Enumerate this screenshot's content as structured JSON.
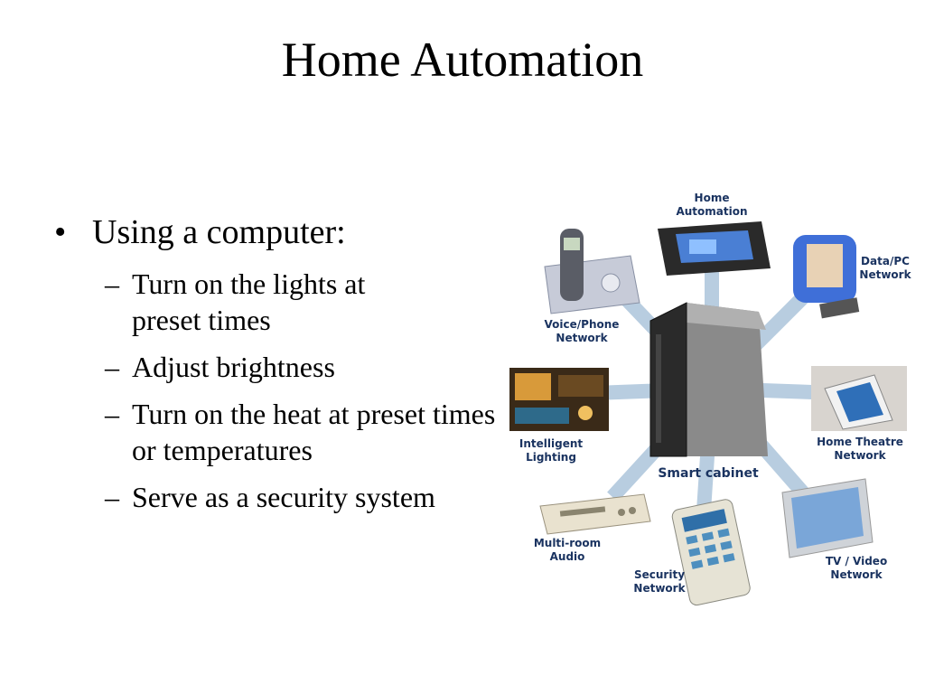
{
  "slide": {
    "title": "Home Automation",
    "main_bullet": "Using a computer:",
    "sub_bullets": [
      "Turn on the lights at preset times",
      "Adjust brightness",
      "Turn on the heat at preset times or temperatures",
      "Serve as a security system"
    ]
  },
  "diagram": {
    "center_label": "Smart cabinet",
    "nodes": [
      {
        "line1": "Home",
        "line2": "Automation",
        "icon": "touch-panel-icon"
      },
      {
        "line1": "Data/PC",
        "line2": "Network",
        "icon": "desktop-computer-icon"
      },
      {
        "line1": "Home Theatre",
        "line2": "Network",
        "icon": "home-theatre-panel-icon"
      },
      {
        "line1": "TV / Video",
        "line2": "Network",
        "icon": "flat-tv-icon"
      },
      {
        "line1": "Security",
        "line2": "Network",
        "icon": "security-keypad-icon"
      },
      {
        "line1": "Multi-room",
        "line2": "Audio",
        "icon": "audio-receiver-icon"
      },
      {
        "line1": "Intelligent",
        "line2": "Lighting",
        "icon": "lit-room-icon"
      },
      {
        "line1": "Voice/Phone",
        "line2": "Network",
        "icon": "cordless-phone-icon"
      }
    ],
    "colors": {
      "spoke": "#b8cde0",
      "label": "#1a3360"
    }
  }
}
